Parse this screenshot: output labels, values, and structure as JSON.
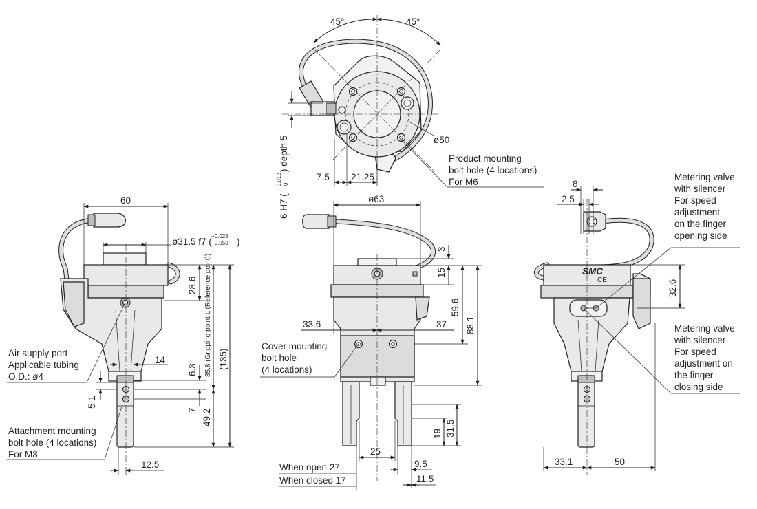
{
  "top_view": {
    "angle_left": "45°",
    "angle_right": "45°",
    "dia_50": "ø50",
    "dim_7_5": "7.5",
    "dim_21_25": "21.25",
    "hole_h7_a": "6 H7 (",
    "hole_h7_tol_upper": "+0.012",
    "hole_h7_tol_lower": "0",
    "hole_h7_b": ") depth 5",
    "mount_note": [
      "Product mounting",
      "bolt hole (4 locations)",
      "For M6"
    ]
  },
  "left_view": {
    "dim_60": "60",
    "dia_pilot": "ø31.5 f7 (",
    "dia_pilot_tol_upper": "−0.025",
    "dia_pilot_tol_lower": "−0.050",
    "dia_pilot_close": ")",
    "dim_28_6": "28.6",
    "dim_14": "14",
    "dim_6_3": "6.3",
    "dim_5_1": "5.1",
    "dim_7": "7",
    "dim_49_2": "49.2",
    "dim_gripping": "85.8 (Gripping point L (Reference point))",
    "dim_135": "(135)",
    "dim_12_5": "12.5",
    "air_note": [
      "Air supply port",
      "Applicable tubing",
      "O.D.: ø4"
    ],
    "attach_note": [
      "Attachment mounting",
      "bolt hole (4 locations)",
      "For M3"
    ]
  },
  "front_view": {
    "dia_63": "ø63",
    "dim_3": "3",
    "dim_15": "15",
    "dim_59_6": "59.6",
    "dim_88_1": "88.1",
    "dim_33_6": "33.6",
    "dim_37": "37",
    "dim_25": "25",
    "dim_19": "19",
    "dim_31_5": "31.5",
    "dim_9_5": "9.5",
    "dim_11_5": "11.5",
    "open_note": "When open 27",
    "closed_note": "When closed 17",
    "cover_note": [
      "Cover mounting",
      "bolt hole",
      "(4 locations)"
    ]
  },
  "right_view": {
    "dim_8": "8",
    "dim_2_5": "2.5",
    "dim_32_6": "32.6",
    "dim_33_1": "33.1",
    "dim_50": "50",
    "brand": "SMC",
    "ce_mark": "CE",
    "valve_open_note": [
      "Metering valve",
      "with silencer",
      "For speed",
      "adjustment",
      "on the finger",
      "opening side"
    ],
    "valve_close_note": [
      "Metering valve",
      "with silencer",
      "For speed",
      "adjustment on",
      "the finger",
      "closing side"
    ]
  }
}
